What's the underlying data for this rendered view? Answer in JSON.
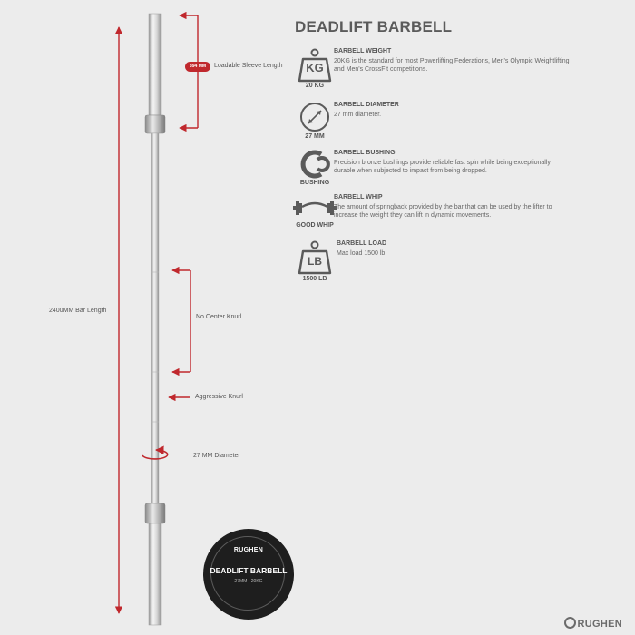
{
  "title": "DEADLIFT BARBELL",
  "diagram": {
    "bar_length": "2400MM Bar Length",
    "sleeve_tag": "394 MM",
    "sleeve_length": "Loadable Sleeve Length",
    "no_center_knurl": "No Center Knurl",
    "aggressive_knurl": "Aggressive Knurl",
    "diameter": "27 MM Diameter"
  },
  "features": [
    {
      "icon_text": "KG",
      "caption": "20 KG",
      "heading": "BARBELL WEIGHT",
      "desc": "20KG is the standard for most Powerlifting Federations, Men's Olympic Weightlifting and Men's CrossFit competitions."
    },
    {
      "icon_text": "",
      "caption": "27 MM",
      "heading": "BARBELL DIAMETER",
      "desc": "27 mm diameter."
    },
    {
      "icon_text": "",
      "caption": "BUSHING",
      "heading": "BARBELL BUSHING",
      "desc": "Precision bronze bushings provide reliable fast spin while being exceptionally durable when subjected to impact from being dropped."
    },
    {
      "icon_text": "",
      "caption": "GOOD WHIP",
      "heading": "BARBELL WHIP",
      "desc": "The amount of springback provided by the bar that can be used by the lifter to increase the weight they can lift in dynamic movements."
    },
    {
      "icon_text": "LB",
      "caption": "1500 LB",
      "heading": "BARBELL LOAD",
      "desc": "Max load 1500 lb"
    }
  ],
  "badge": {
    "brand": "RUGHEN",
    "name": "DEADLIFT BARBELL",
    "spec_left": "27MM",
    "spec_sep": "·",
    "spec_right": "20KG"
  },
  "footer_brand": "RUGHEN",
  "colors": {
    "accent": "#c0282d",
    "background": "#ececec",
    "badge": "#1e1e1e"
  }
}
